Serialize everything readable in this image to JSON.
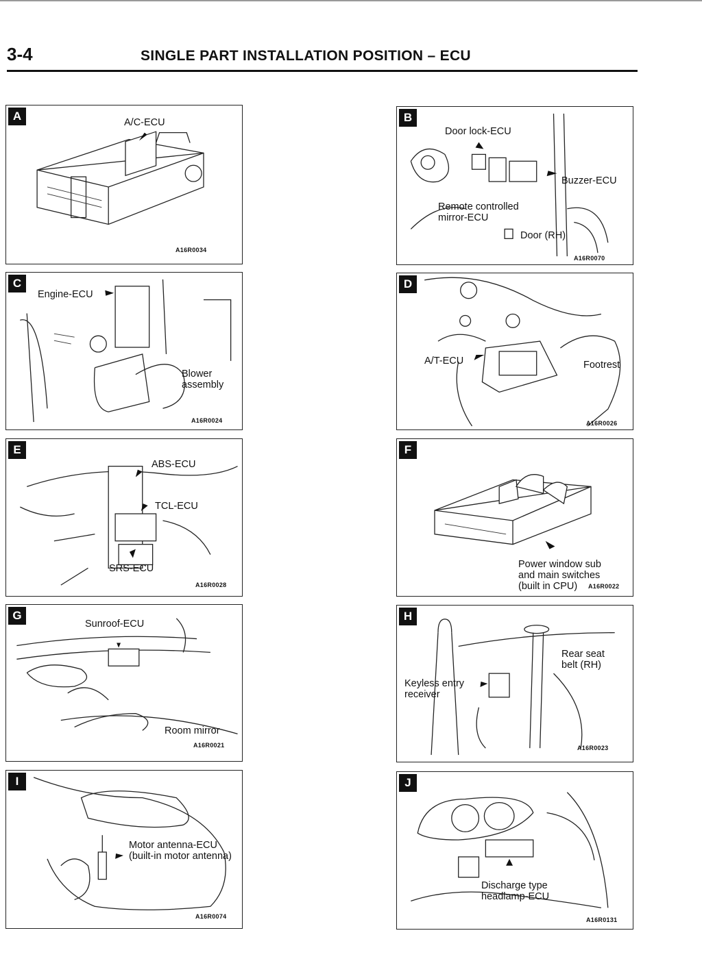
{
  "header": {
    "page_number": "3-4",
    "title": "SINGLE PART INSTALLATION POSITION – ECU"
  },
  "panels": {
    "A": {
      "letter": "A",
      "label1": "A/C-ECU",
      "code": "A16R0034"
    },
    "B": {
      "letter": "B",
      "label1": "Door lock-ECU",
      "label2": "Buzzer-ECU",
      "label3": "Remote controlled\nmirror-ECU",
      "label4": "Door (RH)",
      "code": "A16R0070"
    },
    "C": {
      "letter": "C",
      "label1": "Engine-ECU",
      "label2": "Blower\nassembly",
      "code": "A16R0024"
    },
    "D": {
      "letter": "D",
      "label1": "A/T-ECU",
      "label2": "Footrest",
      "code": "A16R0026"
    },
    "E": {
      "letter": "E",
      "label1": "ABS-ECU",
      "label2": "TCL-ECU",
      "label3": "SRS-ECU",
      "code": "A16R0028"
    },
    "F": {
      "letter": "F",
      "label1": "Power window sub\nand main switches\n(built in CPU)",
      "code": "A16R0022"
    },
    "G": {
      "letter": "G",
      "label1": "Sunroof-ECU",
      "label2": "Room mirror",
      "code": "A16R0021"
    },
    "H": {
      "letter": "H",
      "label1": "Rear seat\nbelt (RH)",
      "label2": "Keyless entry\nreceiver",
      "code": "A16R0023"
    },
    "I": {
      "letter": "I",
      "label1": "Motor antenna-ECU\n(built-in motor antenna)",
      "code": "A16R0074"
    },
    "J": {
      "letter": "J",
      "label1": "Discharge type\nheadlamp-ECU",
      "code": "A16R0131"
    }
  }
}
